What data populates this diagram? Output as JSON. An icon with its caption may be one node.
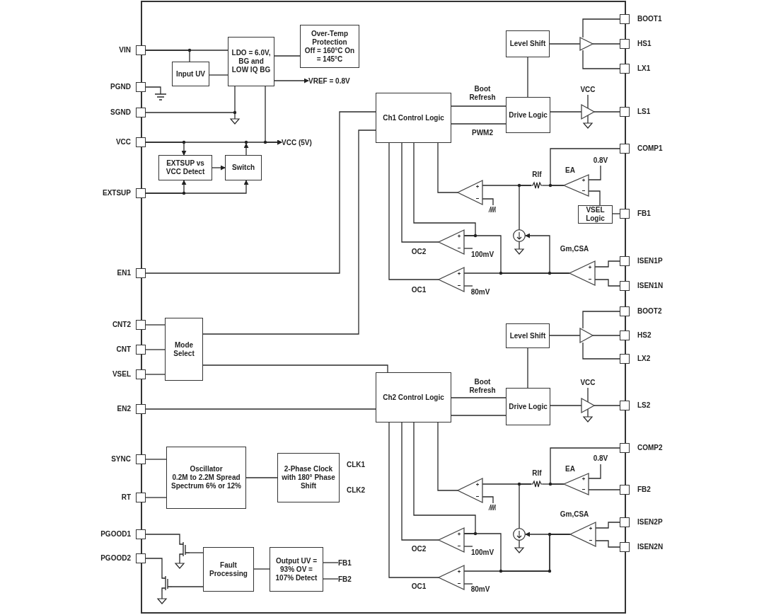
{
  "diagram": {
    "nodes": [
      {
        "text": [],
        "shape": "box"
      },
      {
        "text": [],
        "shape": "box",
        "beside": [
          "VIN"
        ]
      },
      {
        "text": [],
        "shape": "box",
        "beside": [
          "PGND"
        ]
      },
      {
        "text": [],
        "shape": "box",
        "beside": [
          "SGND"
        ]
      },
      {
        "text": [],
        "shape": "box",
        "beside": [
          "VCC"
        ]
      },
      {
        "text": [],
        "shape": "box",
        "beside": [
          "EXTSUP"
        ]
      },
      {
        "text": [],
        "shape": "box",
        "beside": [
          "EN1"
        ]
      },
      {
        "text": [],
        "shape": "box",
        "beside": [
          "CNT2"
        ]
      },
      {
        "text": [],
        "shape": "box",
        "beside": [
          "CNT"
        ]
      },
      {
        "text": [],
        "shape": "box",
        "beside": [
          "VSEL"
        ]
      },
      {
        "text": [],
        "shape": "box",
        "beside": [
          "EN2"
        ]
      },
      {
        "text": [],
        "shape": "box",
        "beside": [
          "SYNC"
        ]
      },
      {
        "text": [],
        "shape": "box",
        "beside": [
          "RT"
        ]
      },
      {
        "text": [],
        "shape": "box",
        "beside": [
          "PGOOD1"
        ]
      },
      {
        "text": [],
        "shape": "box",
        "beside": [
          "PGOOD2"
        ]
      },
      {
        "text": [],
        "shape": "box",
        "beside": [
          "BOOT1"
        ]
      },
      {
        "text": [],
        "shape": "box",
        "beside": [
          "HS1"
        ]
      },
      {
        "text": [],
        "shape": "box",
        "beside": [
          "LX1"
        ]
      },
      {
        "text": [],
        "shape": "box",
        "beside": [
          "LS1"
        ]
      },
      {
        "text": [],
        "shape": "box",
        "beside": [
          "COMP1"
        ]
      },
      {
        "text": [],
        "shape": "box",
        "beside": [
          "FB1"
        ]
      },
      {
        "text": [],
        "shape": "box",
        "beside": [
          "ISEN1P"
        ]
      },
      {
        "text": [],
        "shape": "box",
        "beside": [
          "ISEN1N"
        ]
      },
      {
        "text": [],
        "shape": "box",
        "beside": [
          "BOOT2"
        ]
      },
      {
        "text": [],
        "shape": "box",
        "beside": [
          "HS2"
        ]
      },
      {
        "text": [],
        "shape": "box",
        "beside": [
          "LX2"
        ]
      },
      {
        "text": [],
        "shape": "box",
        "beside": [
          "LS2"
        ]
      },
      {
        "text": [],
        "shape": "box",
        "beside": [
          "COMP2"
        ]
      },
      {
        "text": [],
        "shape": "box",
        "beside": [
          "FB2"
        ]
      },
      {
        "text": [],
        "shape": "box",
        "beside": [
          "ISEN2P"
        ]
      },
      {
        "text": [],
        "shape": "box",
        "beside": [
          "ISEN2N"
        ]
      },
      {
        "text": [
          "Input UV"
        ],
        "in": 0
      },
      {
        "text": [
          "LDO = 6.0V, BG and LOW IQ BG"
        ],
        "in": 0
      },
      {
        "text": [
          "Over-Temp Protection",
          "Off = 160°C On = 145°C"
        ],
        "in": 0
      },
      {
        "text": [
          "EXTSUP vs VCC Detect"
        ],
        "in": 0
      },
      {
        "text": [
          "Switch"
        ],
        "in": 0
      },
      {
        "text": [
          "Level Shift"
        ],
        "in": 0
      },
      {
        "text": [
          "Ch1 Control Logic"
        ],
        "in": 0
      },
      {
        "text": [
          "Drive Logic"
        ],
        "in": 0
      },
      {
        "text": [
          "VSEL Logic"
        ],
        "in": 0
      },
      {
        "text": [
          "Mode Select"
        ],
        "in": 0
      },
      {
        "text": [
          "Level Shift"
        ],
        "in": 0
      },
      {
        "text": [
          "Ch2 Control Logic"
        ],
        "in": 0
      },
      {
        "text": [
          "Drive Logic"
        ],
        "in": 0
      },
      {
        "text": [
          "Oscillator",
          "0.2M to 2.2M Spread Spectrum 6% or 12%"
        ],
        "in": 0
      },
      {
        "text": [
          "2-Phase Clock with 180° Phase Shift"
        ],
        "in": 0
      },
      {
        "text": [
          "Fault Processing"
        ],
        "in": 0
      },
      {
        "text": [
          "Output UV = 93% OV = 107% Detect"
        ],
        "in": 0
      },
      {
        "text": [],
        "shape": "triangle",
        "in": 0
      },
      {
        "text": [],
        "shape": "triangle",
        "beside": [
          "VCC"
        ],
        "in": 0
      },
      {
        "text": [],
        "shape": "triangle",
        "in": 0
      },
      {
        "text": [],
        "shape": "triangle",
        "beside": [
          "EA",
          "0.8V"
        ],
        "in": 0
      },
      {
        "text": [],
        "shape": "resistor",
        "beside": [
          "Rlf"
        ],
        "in": 0
      },
      {
        "text": [],
        "shape": "triangle",
        "beside": [
          "OC2",
          "100mV"
        ],
        "in": 0
      },
      {
        "text": [],
        "shape": "triangle",
        "beside": [
          "OC1",
          "80mV"
        ],
        "in": 0
      },
      {
        "text": [],
        "shape": "triangle",
        "beside": [
          "Gm,CSA"
        ],
        "in": 0
      },
      {
        "text": [],
        "shape": "circle",
        "in": 0
      },
      {
        "text": [],
        "shape": "triangle",
        "in": 0
      },
      {
        "text": [],
        "shape": "triangle",
        "beside": [
          "VCC"
        ],
        "in": 0
      },
      {
        "text": [],
        "shape": "triangle",
        "in": 0
      },
      {
        "text": [],
        "shape": "triangle",
        "beside": [
          "EA",
          "0.8V"
        ],
        "in": 0
      },
      {
        "text": [],
        "shape": "resistor",
        "beside": [
          "Rlf"
        ],
        "in": 0
      },
      {
        "text": [],
        "shape": "triangle",
        "beside": [
          "OC2",
          "100mV"
        ],
        "in": 0
      },
      {
        "text": [],
        "shape": "triangle",
        "beside": [
          "OC1",
          "80mV"
        ],
        "in": 0
      },
      {
        "text": [],
        "shape": "triangle",
        "beside": [
          "Gm,CSA"
        ],
        "in": 0
      },
      {
        "text": [],
        "shape": "circle",
        "in": 0
      },
      {
        "text": [],
        "shape": "transistor",
        "in": 0
      },
      {
        "text": [],
        "shape": "transistor",
        "in": 0
      },
      {
        "text": [
          "FB1"
        ],
        "in": 0
      },
      {
        "text": [
          "FB2"
        ],
        "in": 0
      },
      {
        "text": [
          "VREF = 0.8V"
        ],
        "in": 0
      },
      {
        "text": [
          "VCC (5V)"
        ],
        "in": 0
      }
    ],
    "edges": [
      {
        "from": 1,
        "to": 32,
        "arrow": "none"
      },
      {
        "from": 1,
        "to": 31,
        "arrow": "none"
      },
      {
        "from": 31,
        "to": 32,
        "arrow": "none"
      },
      {
        "from": 32,
        "to": 33,
        "arrow": "none"
      },
      {
        "from": 32,
        "to": 70,
        "arrow": "to"
      },
      {
        "from": 3,
        "to": 32,
        "arrow": "none"
      },
      {
        "from": 4,
        "to": 71,
        "arrow": "to"
      },
      {
        "from": 32,
        "to": 71,
        "arrow": "to"
      },
      {
        "from": 4,
        "to": 34,
        "arrow": "to"
      },
      {
        "from": 5,
        "to": 34,
        "arrow": "to"
      },
      {
        "from": 5,
        "to": 35,
        "arrow": "to"
      },
      {
        "from": 34,
        "to": 35,
        "arrow": "to"
      },
      {
        "from": 35,
        "to": null,
        "arrow": "to"
      },
      {
        "from": 6,
        "to": 37,
        "arrow": "none"
      },
      {
        "from": 40,
        "to": 37,
        "arrow": "none"
      },
      {
        "from": 7,
        "to": 40,
        "arrow": "none"
      },
      {
        "from": 8,
        "to": 40,
        "arrow": "none"
      },
      {
        "from": 9,
        "to": 40,
        "arrow": "none"
      },
      {
        "from": 40,
        "to": 42,
        "arrow": "none"
      },
      {
        "from": 10,
        "to": 42,
        "arrow": "none"
      },
      {
        "from": 37,
        "to": 38,
        "arrow": "none",
        "label": "Boot Refresh"
      },
      {
        "from": 37,
        "to": 38,
        "arrow": "none",
        "label": "PWM2"
      },
      {
        "from": 38,
        "to": 36,
        "arrow": "none"
      },
      {
        "from": 36,
        "to": 48,
        "arrow": "none"
      },
      {
        "from": 48,
        "to": 16,
        "arrow": "none"
      },
      {
        "from": 15,
        "to": 48,
        "arrow": "none"
      },
      {
        "from": 17,
        "to": 48,
        "arrow": "none"
      },
      {
        "from": 38,
        "to": 49,
        "arrow": "none"
      },
      {
        "from": 49,
        "to": 18,
        "arrow": "none"
      },
      {
        "from": 19,
        "to": 51,
        "arrow": "none"
      },
      {
        "from": 51,
        "to": 52,
        "arrow": "none"
      },
      {
        "from": 52,
        "to": 50,
        "arrow": "none"
      },
      {
        "from": 50,
        "to": 37,
        "arrow": "none"
      },
      {
        "from": 52,
        "to": 56,
        "arrow": "none"
      },
      {
        "from": 39,
        "to": 51,
        "arrow": "none"
      },
      {
        "from": 20,
        "to": 39,
        "arrow": "none"
      },
      {
        "from": 53,
        "to": 37,
        "arrow": "none"
      },
      {
        "from": 54,
        "to": 37,
        "arrow": "none"
      },
      {
        "from": 37,
        "to": 53,
        "arrow": "none"
      },
      {
        "from": 55,
        "to": 54,
        "arrow": "none"
      },
      {
        "from": 55,
        "to": 53,
        "arrow": "none"
      },
      {
        "from": 55,
        "to": 56,
        "arrow": "to"
      },
      {
        "from": 21,
        "to": 55,
        "arrow": "none"
      },
      {
        "from": 22,
        "to": 55,
        "arrow": "none"
      },
      {
        "from": 42,
        "to": 43,
        "arrow": "none",
        "label": "Boot Refresh"
      },
      {
        "from": 42,
        "to": 43,
        "arrow": "none"
      },
      {
        "from": 43,
        "to": 41,
        "arrow": "none"
      },
      {
        "from": 41,
        "to": 57,
        "arrow": "none"
      },
      {
        "from": 57,
        "to": 24,
        "arrow": "none"
      },
      {
        "from": 23,
        "to": 57,
        "arrow": "none"
      },
      {
        "from": 25,
        "to": 57,
        "arrow": "none"
      },
      {
        "from": 43,
        "to": 58,
        "arrow": "none"
      },
      {
        "from": 58,
        "to": 26,
        "arrow": "none"
      },
      {
        "from": 27,
        "to": 60,
        "arrow": "none"
      },
      {
        "from": 60,
        "to": 61,
        "arrow": "none"
      },
      {
        "from": 61,
        "to": 59,
        "arrow": "none"
      },
      {
        "from": 59,
        "to": 42,
        "arrow": "none"
      },
      {
        "from": 61,
        "to": 65,
        "arrow": "none"
      },
      {
        "from": 28,
        "to": 60,
        "arrow": "none"
      },
      {
        "from": 62,
        "to": 42,
        "arrow": "none"
      },
      {
        "from": 63,
        "to": 42,
        "arrow": "none"
      },
      {
        "from": 42,
        "to": 62,
        "arrow": "none"
      },
      {
        "from": 64,
        "to": 63,
        "arrow": "none"
      },
      {
        "from": 64,
        "to": 62,
        "arrow": "none"
      },
      {
        "from": 64,
        "to": 65,
        "arrow": "to"
      },
      {
        "from": 29,
        "to": 64,
        "arrow": "none"
      },
      {
        "from": 30,
        "to": 64,
        "arrow": "none"
      },
      {
        "from": 11,
        "to": 44,
        "arrow": "none"
      },
      {
        "from": 12,
        "to": 44,
        "arrow": "none"
      },
      {
        "from": 44,
        "to": 45,
        "arrow": "none"
      },
      {
        "from": 13,
        "to": 66,
        "arrow": "none"
      },
      {
        "from": 14,
        "to": 67,
        "arrow": "none"
      },
      {
        "from": 66,
        "to": 46,
        "arrow": "none"
      },
      {
        "from": 67,
        "to": 46,
        "arrow": "none"
      },
      {
        "from": 46,
        "to": 47,
        "arrow": "none"
      },
      {
        "from": 47,
        "to": 68,
        "arrow": "none"
      },
      {
        "from": 47,
        "to": 69,
        "arrow": "none"
      }
    ],
    "labels": [
      "CLK1",
      "CLK2"
    ]
  }
}
